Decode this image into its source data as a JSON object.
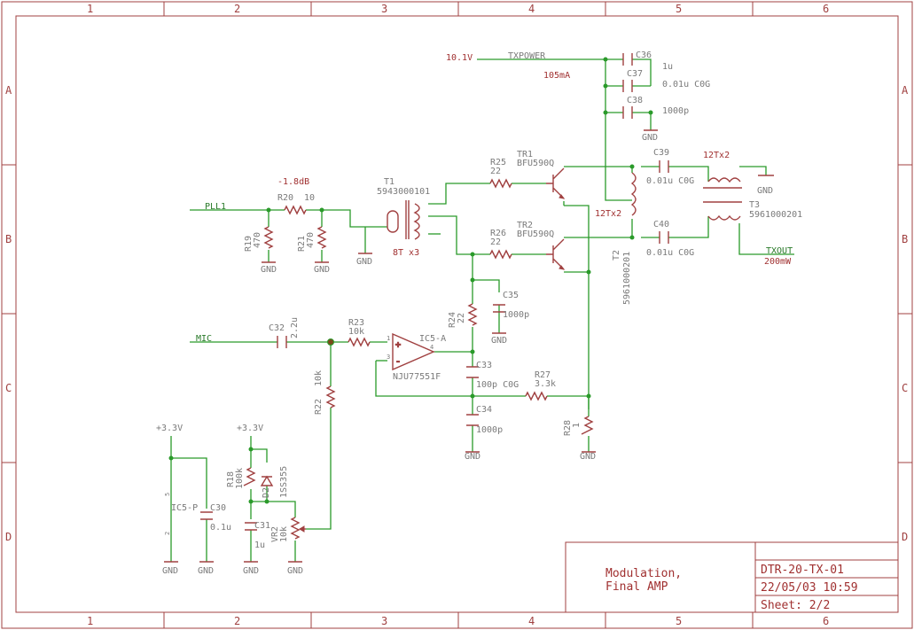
{
  "grid": {
    "columns": [
      "1",
      "2",
      "3",
      "4",
      "5",
      "6"
    ],
    "rows": [
      "A",
      "B",
      "C",
      "D"
    ]
  },
  "title_block": {
    "title_line1": "Modulation,",
    "title_line2": "Final AMP",
    "drawing_number": "DTR-20-TX-01",
    "datetime": "22/05/03 10:59",
    "sheet": "Sheet: 2/2"
  },
  "nets": {
    "pll1": "PLL1",
    "mic": "MIC",
    "txpower": "TXPOWER",
    "txout": "TXOUT",
    "supply_3v3_a": "+3.3V",
    "supply_3v3_b": "+3.3V"
  },
  "notes": {
    "voltage": "10.1V",
    "current": "105mA",
    "atten": "-1.8dB",
    "output_power": "200mW",
    "t1_turns": "8T x3",
    "t2_turns": "12Tx2",
    "t3_turns": "12Tx2"
  },
  "gnd_label": "GND",
  "components": {
    "c36": {
      "ref": "C36",
      "value": "1u"
    },
    "c37": {
      "ref": "C37",
      "value": "0.01u C0G"
    },
    "c38": {
      "ref": "C38",
      "value": "1000p"
    },
    "c39": {
      "ref": "C39",
      "value": "0.01u C0G"
    },
    "c40": {
      "ref": "C40",
      "value": "0.01u C0G"
    },
    "c32": {
      "ref": "C32",
      "value": "2.2u"
    },
    "c33": {
      "ref": "C33",
      "value": "100p C0G"
    },
    "c34": {
      "ref": "C34",
      "value": "1000p"
    },
    "c35": {
      "ref": "C35",
      "value": "1000p"
    },
    "c30": {
      "ref": "C30",
      "value": "0.1u"
    },
    "c31": {
      "ref": "C31",
      "value": "1u"
    },
    "r19": {
      "ref": "R19",
      "value": "470"
    },
    "r20": {
      "ref": "R20",
      "value": "10"
    },
    "r21": {
      "ref": "R21",
      "value": "470"
    },
    "r22": {
      "ref": "R22",
      "value": "10k"
    },
    "r23": {
      "ref": "R23",
      "value": "10k"
    },
    "r24": {
      "ref": "R24",
      "value": "22"
    },
    "r25": {
      "ref": "R25",
      "value": "22"
    },
    "r26": {
      "ref": "R26",
      "value": "22"
    },
    "r27": {
      "ref": "R27",
      "value": "3.3k"
    },
    "r28": {
      "ref": "R28",
      "value": "1"
    },
    "r18": {
      "ref": "R18",
      "value": "100k"
    },
    "tr1": {
      "ref": "TR1",
      "value": "BFU590Q"
    },
    "tr2": {
      "ref": "TR2",
      "value": "BFU590Q"
    },
    "t1": {
      "ref": "T1",
      "value": "5943000101"
    },
    "t2": {
      "ref": "T2",
      "value": "5961000201"
    },
    "t3": {
      "ref": "T3",
      "value": "5961000201"
    },
    "ic5a": {
      "ref": "IC5-A",
      "value": "NJU77551F"
    },
    "ic5p": {
      "ref": "IC5-P"
    },
    "d2": {
      "ref": "D2",
      "value": "1SS355"
    },
    "vr2": {
      "ref": "VR2",
      "value": "10k"
    }
  },
  "pins": {
    "p1": "1",
    "p3": "3",
    "p4": "4",
    "p5": "5",
    "p2": "2"
  },
  "colors": {
    "frame": "#a04040",
    "wire": "#2a9a2a",
    "label": "#7a7a7a",
    "note": "#a03030"
  }
}
